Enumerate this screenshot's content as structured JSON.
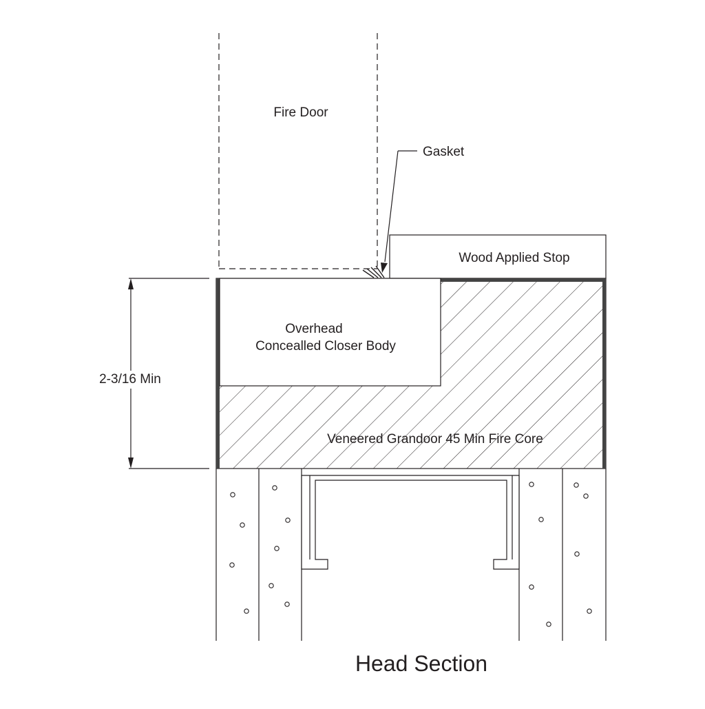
{
  "labels": {
    "fire_door": "Fire Door",
    "gasket": "Gasket",
    "wood_applied_stop": "Wood Applied Stop",
    "closer_line1": "Overhead",
    "closer_line2": "Concealled Closer Body",
    "fire_core": "Veneered Grandoor 45 Min Fire Core",
    "dimension": "2-3/16 Min"
  },
  "title": "Head Section",
  "colors": {
    "line": "#231f20",
    "edge_band": "#444444",
    "background": "#ffffff"
  }
}
